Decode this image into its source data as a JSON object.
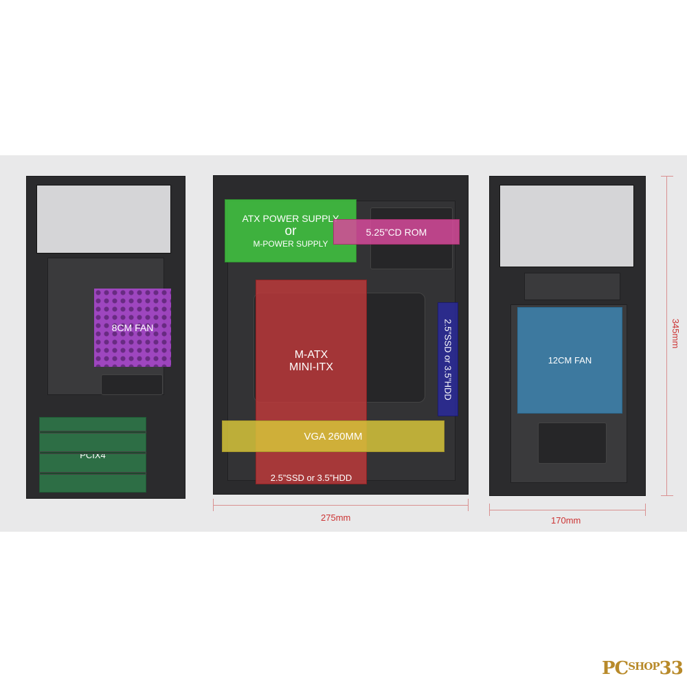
{
  "panels": {
    "left": {
      "fan_label": "8CM FAN",
      "pci_label": "PCIX4"
    },
    "center": {
      "psu_line1": "ATX POWER SUPPLY",
      "psu_line2": "or",
      "psu_line3": "M-POWER SUPPLY",
      "cdrom_label": "5.25”CD ROM",
      "mobo_line1": "M-ATX",
      "mobo_line2": "MINI-ITX",
      "ssd_side_label": "2.5”SSD or 3.5”HDD",
      "vga_label": "VGA 260MM",
      "ssd_bottom_label": "2.5”SSD or 3.5”HDD",
      "width_dimension": "275mm"
    },
    "right": {
      "fan_label": "12CM FAN",
      "height_dimension": "345mm",
      "width_dimension": "170mm"
    }
  },
  "zone_colors": {
    "psu": "#3fbf3f",
    "cdrom": "#d64a9a",
    "mobo": "#c0393b",
    "ssd_side": "#2a2a9a",
    "vga": "#d6c43a",
    "fan_purple": "#b049d6",
    "pci_green": "#2e7a4a",
    "fan_blue": "#3f8fc0",
    "dimension": "#cc3333"
  },
  "watermark": {
    "brand": "PC",
    "shop": "SHOP",
    "number": "33"
  }
}
